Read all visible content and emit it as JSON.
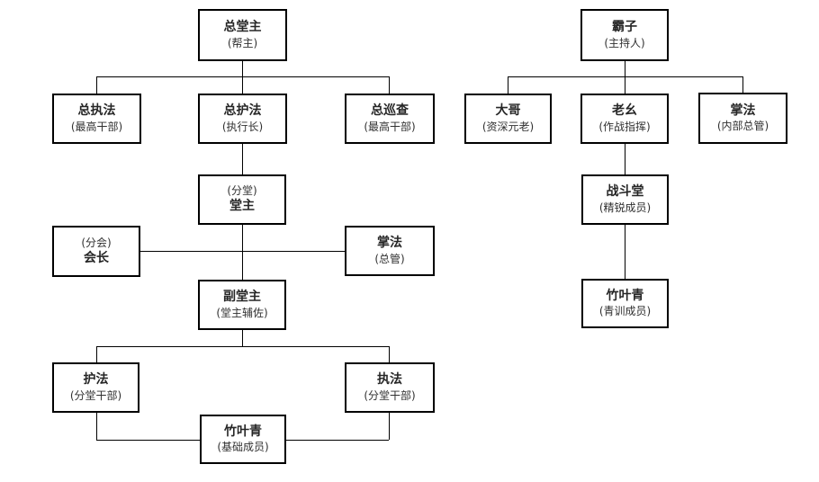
{
  "page": {
    "background": "#ffffff"
  },
  "style": {
    "box_border_color": "#000000",
    "connector_color": "#000000",
    "title_color": "#262626",
    "subtitle_color": "#303030"
  },
  "org_chart": {
    "tree_count": 2,
    "nodes": {
      "zong_tang_zhu": {
        "title": "总堂主",
        "subtitle": "(帮主)"
      },
      "zong_zhi_fa": {
        "title": "总执法",
        "subtitle": "(最高干部)"
      },
      "zong_hu_fa": {
        "title": "总护法",
        "subtitle": "(执行长)"
      },
      "zong_xun_cha": {
        "title": "总巡查",
        "subtitle": "(最高干部)"
      },
      "tang_zhu": {
        "title": "堂主",
        "subtitle": "(分堂)"
      },
      "hui_zhang": {
        "title": "会长",
        "subtitle": "(分会)"
      },
      "zhang_fa_zong_guan": {
        "title": "掌法",
        "subtitle": "(总管)"
      },
      "fu_tang_zhu": {
        "title": "副堂主",
        "subtitle": "(堂主辅佐)"
      },
      "hu_fa": {
        "title": "护法",
        "subtitle": "(分堂干部)"
      },
      "zhi_fa": {
        "title": "执法",
        "subtitle": "(分堂干部)"
      },
      "zhu_ye_qing_base": {
        "title": "竹叶青",
        "subtitle": "(基础成员)"
      },
      "ba_zi": {
        "title": "霸子",
        "subtitle": "(主持人)"
      },
      "da_ge": {
        "title": "大哥",
        "subtitle": "(资深元老)"
      },
      "lao_yao": {
        "title": "老幺",
        "subtitle": "(作战指挥)"
      },
      "zhang_fa_neibu": {
        "title": "掌法",
        "subtitle": "(内部总管)"
      },
      "zhan_dou_tang": {
        "title": "战斗堂",
        "subtitle": "(精锐成员)"
      },
      "zhu_ye_qing_youth": {
        "title": "竹叶青",
        "subtitle": "(青训成员)"
      }
    }
  }
}
